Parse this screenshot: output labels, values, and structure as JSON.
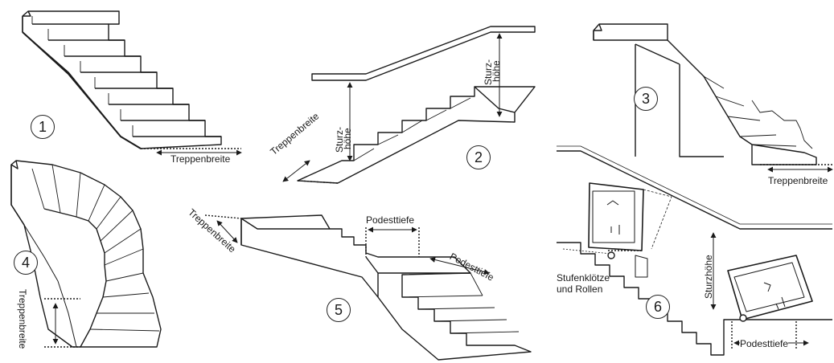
{
  "figures": {
    "f1": {
      "number": "1",
      "labels": {
        "width": "Treppenbreite"
      }
    },
    "f2": {
      "number": "2",
      "labels": {
        "width": "Treppenbreite",
        "headroom_a": "Sturz-",
        "headroom_b": "höhe",
        "headroom2_a": "Sturz-",
        "headroom2_b": "höhe"
      }
    },
    "f3": {
      "number": "3",
      "labels": {
        "width": "Treppenbreite"
      }
    },
    "f4": {
      "number": "4",
      "labels": {
        "width": "Treppenbreite"
      }
    },
    "f5": {
      "number": "5",
      "labels": {
        "width": "Treppenbreite",
        "landing_depth_a": "Podesttiefe",
        "landing_depth_b": "Podesttiefe"
      }
    },
    "f6": {
      "number": "6",
      "labels": {
        "blocks_a": "Stufenklötze",
        "blocks_b": "und Rollen",
        "headroom": "Sturzhöhe",
        "landing_depth": "Podesttiefe"
      }
    }
  }
}
